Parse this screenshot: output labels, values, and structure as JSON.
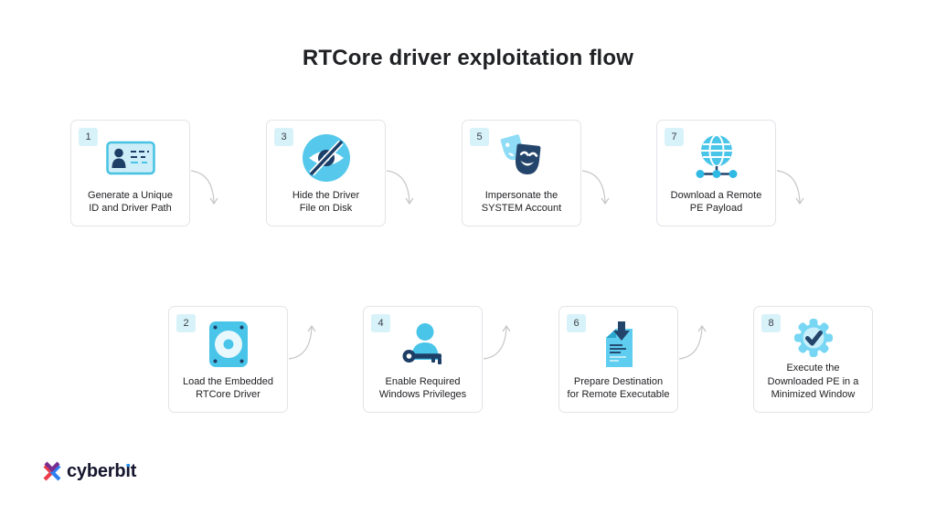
{
  "title": "RTCore driver exploitation flow",
  "steps": [
    {
      "number": "1",
      "label": "Generate a Unique\nID and Driver Path",
      "icon": "id-card",
      "row": "top"
    },
    {
      "number": "2",
      "label": "Load the Embedded\nRTCore Driver",
      "icon": "hard-drive",
      "row": "bottom"
    },
    {
      "number": "3",
      "label": "Hide the Driver\nFile on Disk",
      "icon": "hidden-eye",
      "row": "top"
    },
    {
      "number": "4",
      "label": "Enable Required\nWindows Privileges",
      "icon": "user-key",
      "row": "bottom"
    },
    {
      "number": "5",
      "label": "Impersonate the\nSYSTEM Account",
      "icon": "theater-masks",
      "row": "top"
    },
    {
      "number": "6",
      "label": "Prepare Destination\nfor Remote Executable",
      "icon": "document-download",
      "row": "bottom"
    },
    {
      "number": "7",
      "label": "Download a Remote\nPE Payload",
      "icon": "globe-network",
      "row": "top"
    },
    {
      "number": "8",
      "label": "Execute the\nDownloaded PE in a\nMinimized Window",
      "icon": "gear-check",
      "row": "bottom"
    }
  ],
  "logo": {
    "text": "cyberbit",
    "text_pre_i": "cyberb",
    "text_i_dotless": "ı",
    "text_post_i": "t",
    "i_dot_color": "#1b8cf0",
    "mark_colors": {
      "purple": "#7a2e8e",
      "red": "#ea3d49",
      "blue": "#2e7ff2"
    }
  },
  "colors": {
    "accent_cyan": "#49c5e9",
    "light_cyan_badge": "#d8f2fa",
    "navy": "#1d3e66",
    "card_border": "#e2e4e8",
    "arrow_gray": "#c6c6c6",
    "title_text": "#202124"
  }
}
